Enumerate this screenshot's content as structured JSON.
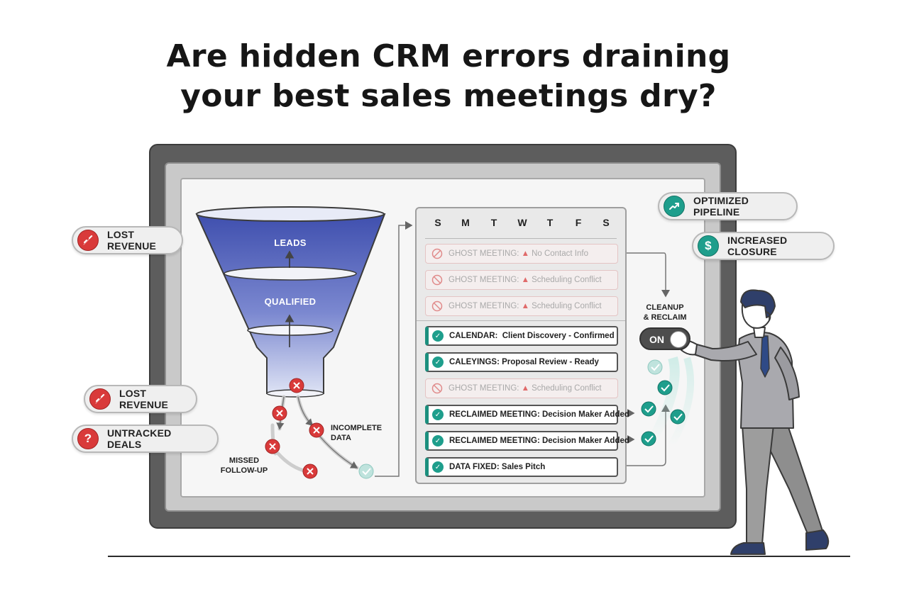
{
  "title": {
    "line1": "Are hidden CRM errors draining",
    "line2": "your best sales meetings dry?"
  },
  "funnel": {
    "stage_top": "LEADS",
    "stage_middle": "QUALIFIED",
    "colors": {
      "top": "#4453b0",
      "bottom": "#d6dcf2"
    }
  },
  "errors": {
    "missed_follow_up_line1": "MISSED",
    "missed_follow_up_line2": "FOLLOW-UP",
    "incomplete_data_line1": "INCOMPLETE",
    "incomplete_data_line2": "DATA"
  },
  "left_badges": {
    "lost_revenue_top": {
      "label": "LOST REVENUE",
      "icon": "broken-link-icon"
    },
    "lost_revenue_bottom": {
      "label": "LOST REVENUE",
      "icon": "broken-link-icon"
    },
    "untracked_deals": {
      "label": "UNTRACKED DEALS",
      "icon": "question-icon"
    }
  },
  "right_badges": {
    "optimized_pipeline": {
      "label": "OPTIMIZED PIPELINE",
      "icon": "trend-up-icon"
    },
    "increased_closure": {
      "label": "INCREASED CLOSURE",
      "icon": "dollar-icon"
    }
  },
  "calendar": {
    "days": [
      "S",
      "M",
      "T",
      "W",
      "T",
      "F",
      "S"
    ],
    "rows": [
      {
        "status": "ghost",
        "prefix": "GHOST MEETING:",
        "text": "No Contact Info"
      },
      {
        "status": "ghost",
        "prefix": "GHOST MEETING:",
        "text": "Scheduling Conflict"
      },
      {
        "status": "ghost",
        "prefix": "GHOST MEETING:",
        "text": "Scheduling Conflict"
      },
      {
        "status": "ok",
        "prefix": "CALENDAR:",
        "text": "Client Discovery - Confirmed"
      },
      {
        "status": "ok",
        "prefix": "CALEYINGS:",
        "text": "Proposal Review - Ready"
      },
      {
        "status": "ghost",
        "prefix": "GHOST MEETING:",
        "text": "Scheduling Conflict"
      },
      {
        "status": "ok",
        "prefix": "RECLAIMED MEETING:",
        "text": "Decision Maker Added"
      },
      {
        "status": "ok",
        "prefix": "RECLAIMED MEETING:",
        "text": "Decision Maker Added"
      },
      {
        "status": "ok",
        "prefix": "DATA FIXED:",
        "text": "Sales Pitch"
      }
    ]
  },
  "toggle": {
    "caption_line1": "CLEANUP",
    "caption_line2": "& RECLAIM",
    "state": "ON"
  },
  "colors": {
    "error_red": "#d93a3a",
    "success_teal": "#1e9e8c",
    "monitor_frame": "#5d5d5d"
  }
}
